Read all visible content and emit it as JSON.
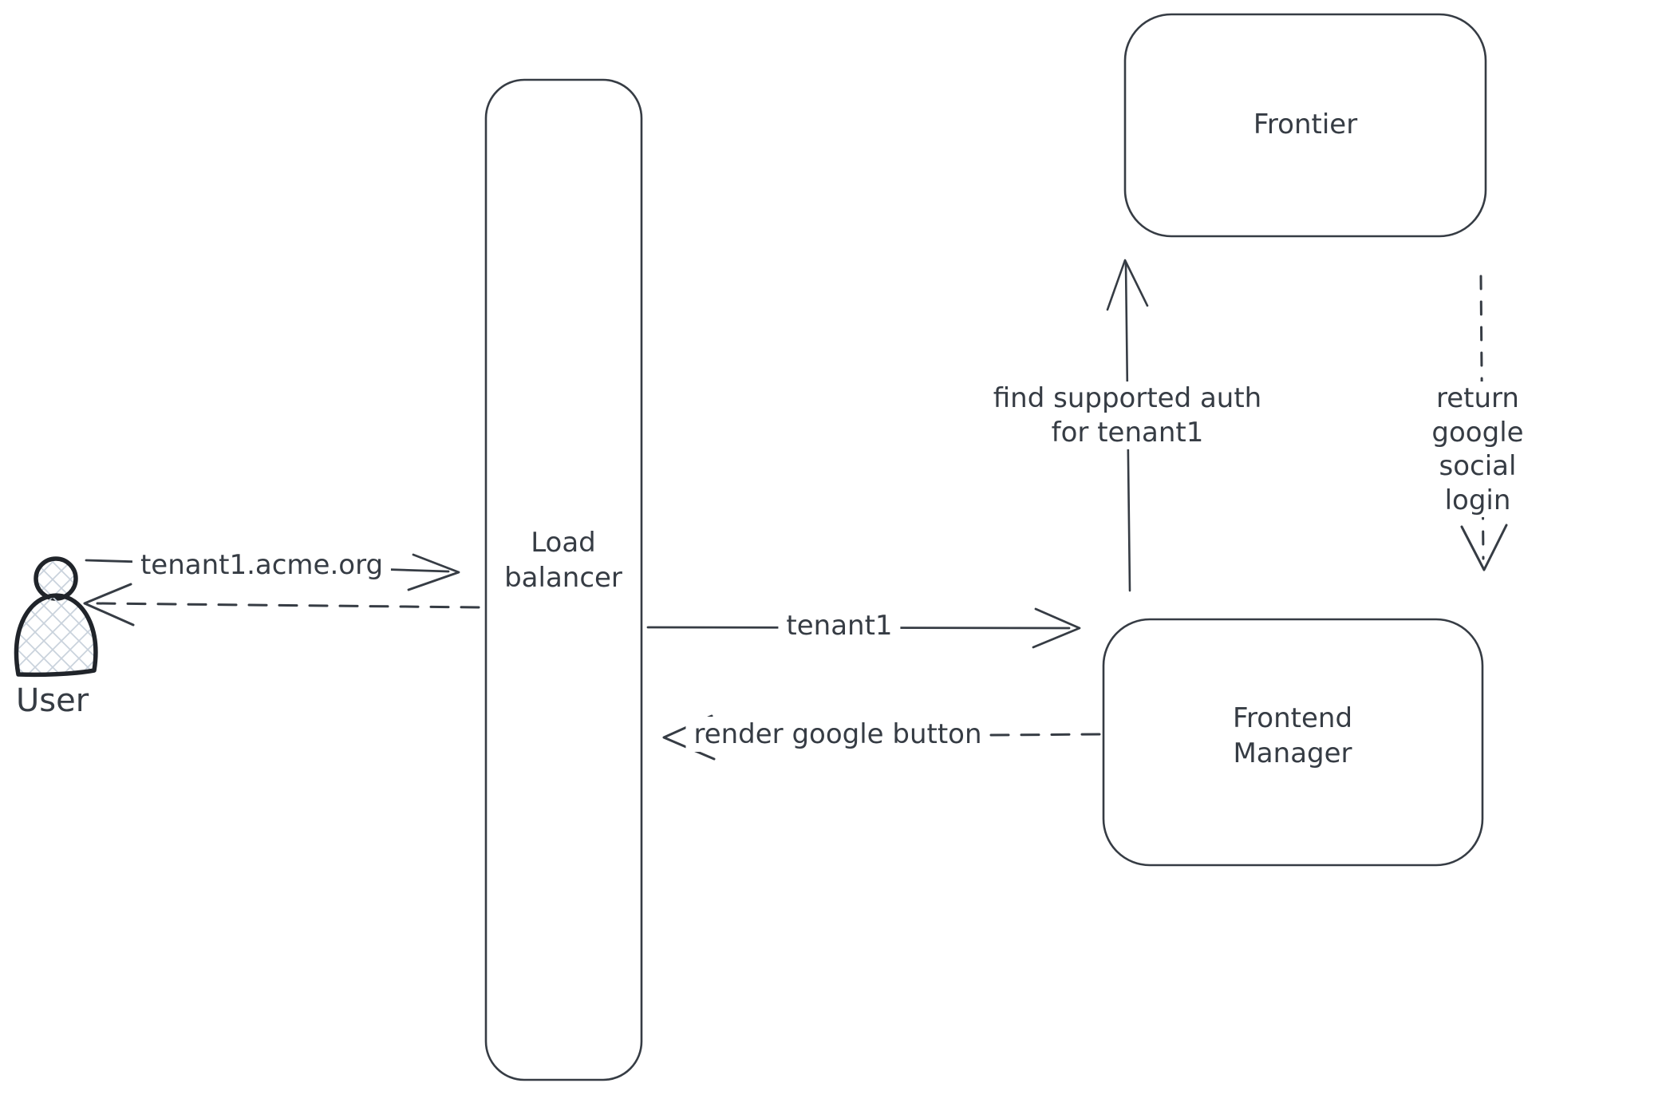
{
  "diagram": {
    "type": "sequence-architecture-sketch",
    "colors": {
      "stroke": "#363c44",
      "background": "#ffffff",
      "hatch_fill": "#c9d2dc"
    },
    "nodes": {
      "user": {
        "label": "User",
        "kind": "actor"
      },
      "load_balancer": {
        "label": "Load\nbalancer",
        "kind": "box"
      },
      "frontier": {
        "label": "Frontier",
        "kind": "box"
      },
      "frontend_manager": {
        "label": "Frontend\nManager",
        "kind": "box"
      }
    },
    "edges": {
      "request": {
        "label": "tenant1.acme.org",
        "style": "solid",
        "from": "user",
        "to": "load_balancer"
      },
      "response_to_user": {
        "label": "",
        "style": "dashed",
        "from": "load_balancer",
        "to": "user"
      },
      "tenant1": {
        "label": "tenant1",
        "style": "solid",
        "from": "load_balancer",
        "to": "frontend_manager"
      },
      "render_google_button": {
        "label": "render google button",
        "style": "dashed",
        "from": "frontend_manager",
        "to": "load_balancer"
      },
      "find_supported_auth": {
        "label": "find supported auth\nfor tenant1",
        "style": "solid",
        "from": "frontend_manager",
        "to": "frontier"
      },
      "return_google_social_login": {
        "label": "return google social\nlogin",
        "style": "dashed",
        "from": "frontier",
        "to": "frontend_manager"
      }
    }
  }
}
